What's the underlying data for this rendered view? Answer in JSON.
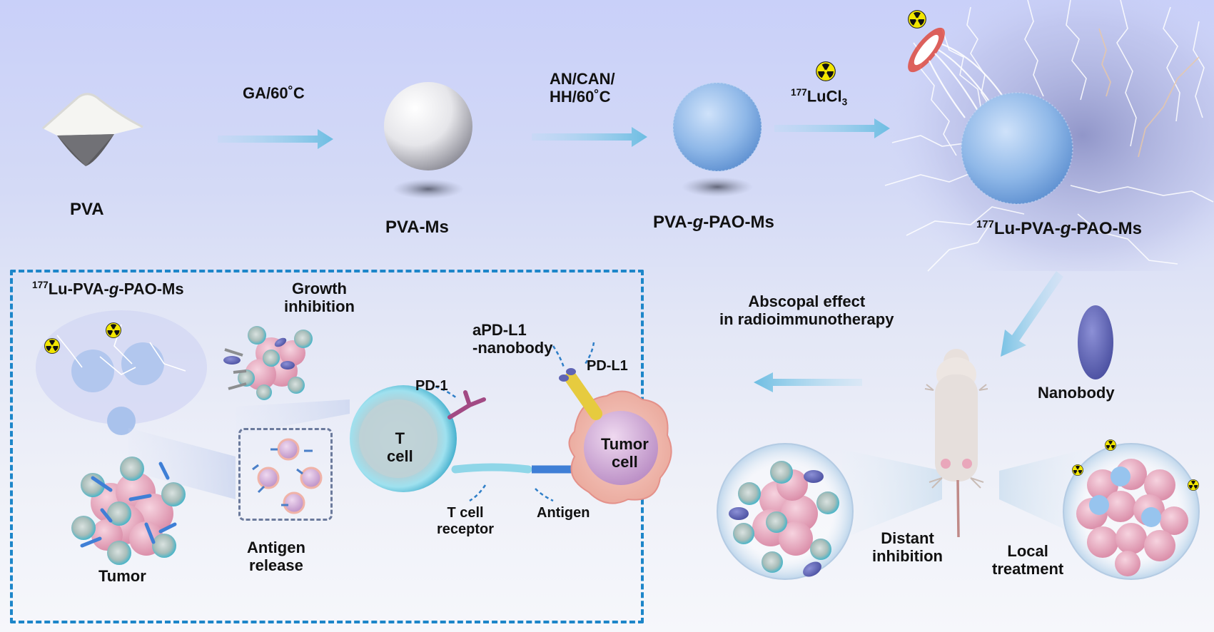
{
  "synthesis": {
    "steps": [
      {
        "product": "PVA"
      },
      {
        "condition": "GA/60˚C",
        "product": "PVA-Ms"
      },
      {
        "condition_line1": "AN/CAN/",
        "condition_line2": "HH/60˚C",
        "product_prefix": "PVA-",
        "product_italic": "g",
        "product_suffix": "-PAO-Ms"
      },
      {
        "condition_sup": "177",
        "condition_main": "LuCl",
        "condition_sub": "3",
        "product_sup": "177",
        "product_prefix": "Lu-PVA-",
        "product_italic": "g",
        "product_suffix": "-PAO-Ms"
      }
    ]
  },
  "mechanism_panel": {
    "title_sup": "177",
    "title_prefix": "Lu-PVA-",
    "title_italic": "g",
    "title_suffix": "-PAO-Ms",
    "growth_inhibition_line1": "Growth",
    "growth_inhibition_line2": "inhibition",
    "tumor": "Tumor",
    "antigen_release_line1": "Antigen",
    "antigen_release_line2": "release",
    "t_cell_line1": "T",
    "t_cell_line2": "cell",
    "tumor_cell_line1": "Tumor",
    "tumor_cell_line2": "cell",
    "pd1": "PD-1",
    "pdl1": "PD-L1",
    "apdl1_line1": "aPD-L1",
    "apdl1_line2": "-nanobody",
    "tcr_line1": "T cell",
    "tcr_line2": "receptor",
    "antigen": "Antigen"
  },
  "in_vivo": {
    "abscopal_line1": "Abscopal effect",
    "abscopal_line2": "in radioimmunotherapy",
    "nanobody": "Nanobody",
    "distant_line1": "Distant",
    "distant_line2": "inhibition",
    "local_line1": "Local",
    "local_line2": "treatment"
  },
  "colors": {
    "frame": "#1d86c9",
    "arrow": "#7cc6e6",
    "radiation_yellow": "#f2e600",
    "microsphere_blue": "#8fb8e8",
    "nanobody_purple": "#5f64b4",
    "tumor_pink": "#e8a9bf"
  }
}
